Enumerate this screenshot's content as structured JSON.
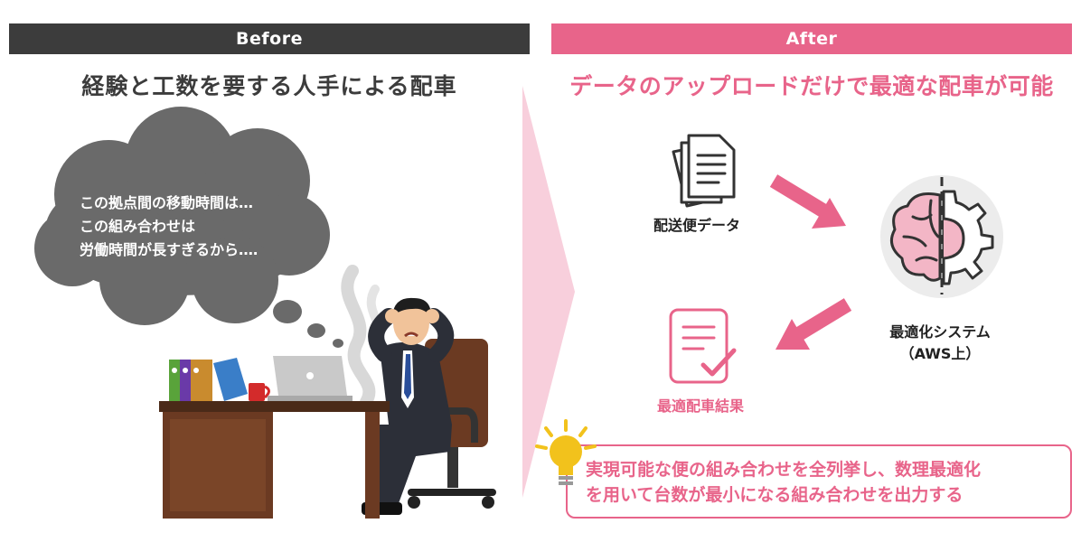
{
  "before": {
    "header": "Before",
    "title": "経験と工数を要する人手による配車",
    "thought_lines": [
      "この拠点間の移動時間は…",
      "この組み合わせは",
      "労働時間が長すぎるから‥‥"
    ]
  },
  "after": {
    "header": "After",
    "title": "データのアップロードだけで最適な配車が可能",
    "input_label": "配送便データ",
    "system_label_line1": "最適化システム",
    "system_label_line2": "（AWS上）",
    "result_label": "最適配車結果",
    "summary_lines": [
      "実現可能な便の組み合わせを全列挙し、数理最適化",
      "を用いて台数が最小になる組み合わせを出力する"
    ]
  },
  "colors": {
    "dark": "#3c3c3c",
    "accent": "#e8648a",
    "light_pink": "#f8cfdc",
    "cloud": "#6a6a6a"
  },
  "icons": {
    "documents": "document-stack-icon",
    "system": "brain-gear-icon",
    "result": "checklist-icon",
    "hint": "lightbulb-icon"
  }
}
